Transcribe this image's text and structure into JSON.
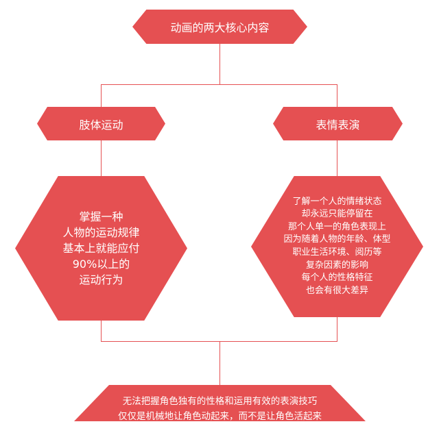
{
  "root": {
    "label": "动画的两大核心内容"
  },
  "left": {
    "label": "肢体运动",
    "lines": [
      "掌握一种",
      "人物的运动规律",
      "基本上就能应付",
      "90%以上的",
      "运动行为"
    ]
  },
  "right": {
    "label": "表情表演",
    "lines": [
      "了解一个人的情绪状态",
      "却永远只能停留在",
      "那个人单一的角色表现上",
      "因为随着人物的年龄、体型",
      "职业生活环境、阅历等",
      "复杂因素的影响",
      "每个人的性格特征",
      "也会有很大差异"
    ]
  },
  "bottom": {
    "lines": [
      "无法把握角色独有的性格和运用有效的表演技巧",
      "仅仅是机械地让角色动起来，而不是让角色活起来"
    ]
  },
  "colors": {
    "accent": "#e55052",
    "text": "#ffffff",
    "background": "#ffffff"
  }
}
